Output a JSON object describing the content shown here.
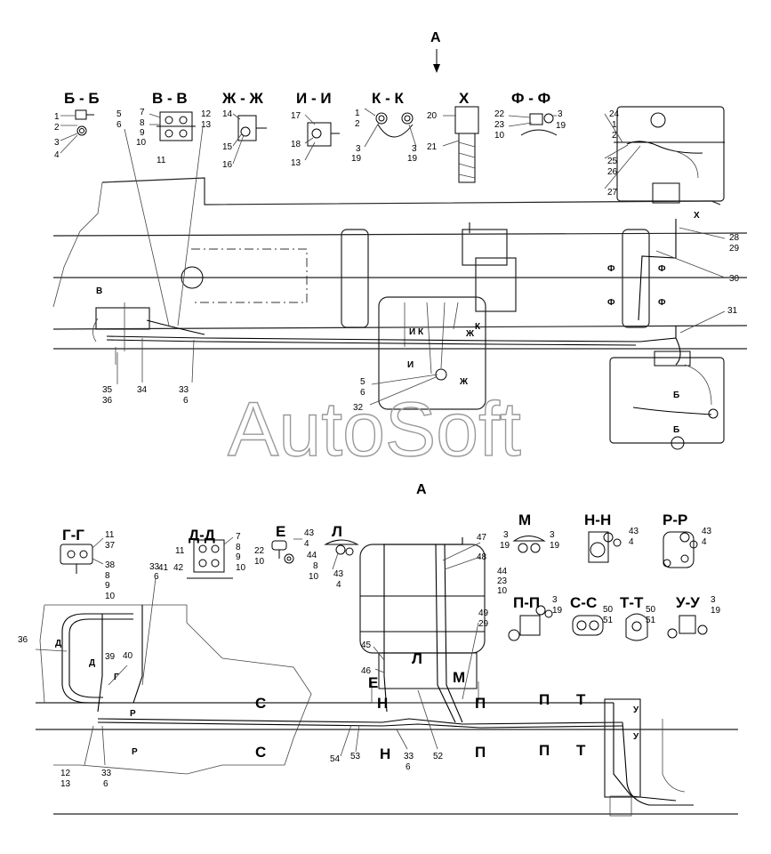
{
  "view_arrow_top": "А",
  "view_title_bottom": "А",
  "watermark": "AutoSoft",
  "section_titles": [
    "Б - Б",
    "В - В",
    "Ж - Ж",
    "И - И",
    "К - К",
    "Х",
    "Ф - Ф",
    "Г-Г",
    "Д-Д",
    "Е",
    "Л",
    "М",
    "Н-Н",
    "Р-Р",
    "П-П",
    "С-С",
    "Т-Т",
    "У-У"
  ],
  "detail_labels": {
    "bb": [
      "1",
      "2",
      "3",
      "4"
    ],
    "vv": [
      "7",
      "8",
      "9",
      "10",
      "11",
      "5",
      "6",
      "12",
      "13"
    ],
    "zhzh": [
      "14",
      "15",
      "16"
    ],
    "ii": [
      "17",
      "18",
      "13"
    ],
    "kk": [
      "1",
      "2",
      "3",
      "19",
      "3",
      "19"
    ],
    "x": [
      "20",
      "21"
    ],
    "ff": [
      "22",
      "23",
      "10",
      "3",
      "19"
    ],
    "tank_top": [
      "24",
      "1",
      "2",
      "25",
      "26",
      "27",
      "28",
      "29",
      "30",
      "31"
    ],
    "gg": [
      "11",
      "37",
      "38",
      "8",
      "9",
      "10"
    ],
    "dd": [
      "11",
      "42",
      "7",
      "8",
      "9",
      "10"
    ],
    "e": [
      "22",
      "10",
      "43",
      "4"
    ],
    "l": [
      "44",
      "8",
      "10",
      "43",
      "4"
    ],
    "m": [
      "3",
      "19",
      "3",
      "19",
      "44",
      "23",
      "10"
    ],
    "nn": [
      "43",
      "4"
    ],
    "rr": [
      "43",
      "4"
    ],
    "pp": [
      "3",
      "19"
    ],
    "ss": [
      "50",
      "51"
    ],
    "tt": [
      "50",
      "51"
    ],
    "uu": [
      "3",
      "19"
    ]
  },
  "upper_callouts": [
    "35",
    "36",
    "34",
    "33",
    "6",
    "5",
    "6",
    "32"
  ],
  "upper_markers": [
    "В",
    "И",
    "К",
    "К",
    "Ж",
    "Ж",
    "И",
    "Ф",
    "Ф",
    "Ф",
    "Ф",
    "Б",
    "Б",
    "Х"
  ],
  "lower_callouts": [
    "33",
    "6",
    "41",
    "36",
    "39",
    "40",
    "47",
    "48",
    "45",
    "46",
    "49",
    "29",
    "54",
    "53",
    "52",
    "33",
    "6",
    "12",
    "13",
    "33",
    "6"
  ],
  "lower_markers": [
    "Д",
    "Д",
    "Г",
    "Р",
    "Р",
    "С",
    "С",
    "Н",
    "Н",
    "П",
    "П",
    "П",
    "П",
    "Т",
    "Т",
    "У",
    "У",
    "Е",
    "Л",
    "М"
  ]
}
